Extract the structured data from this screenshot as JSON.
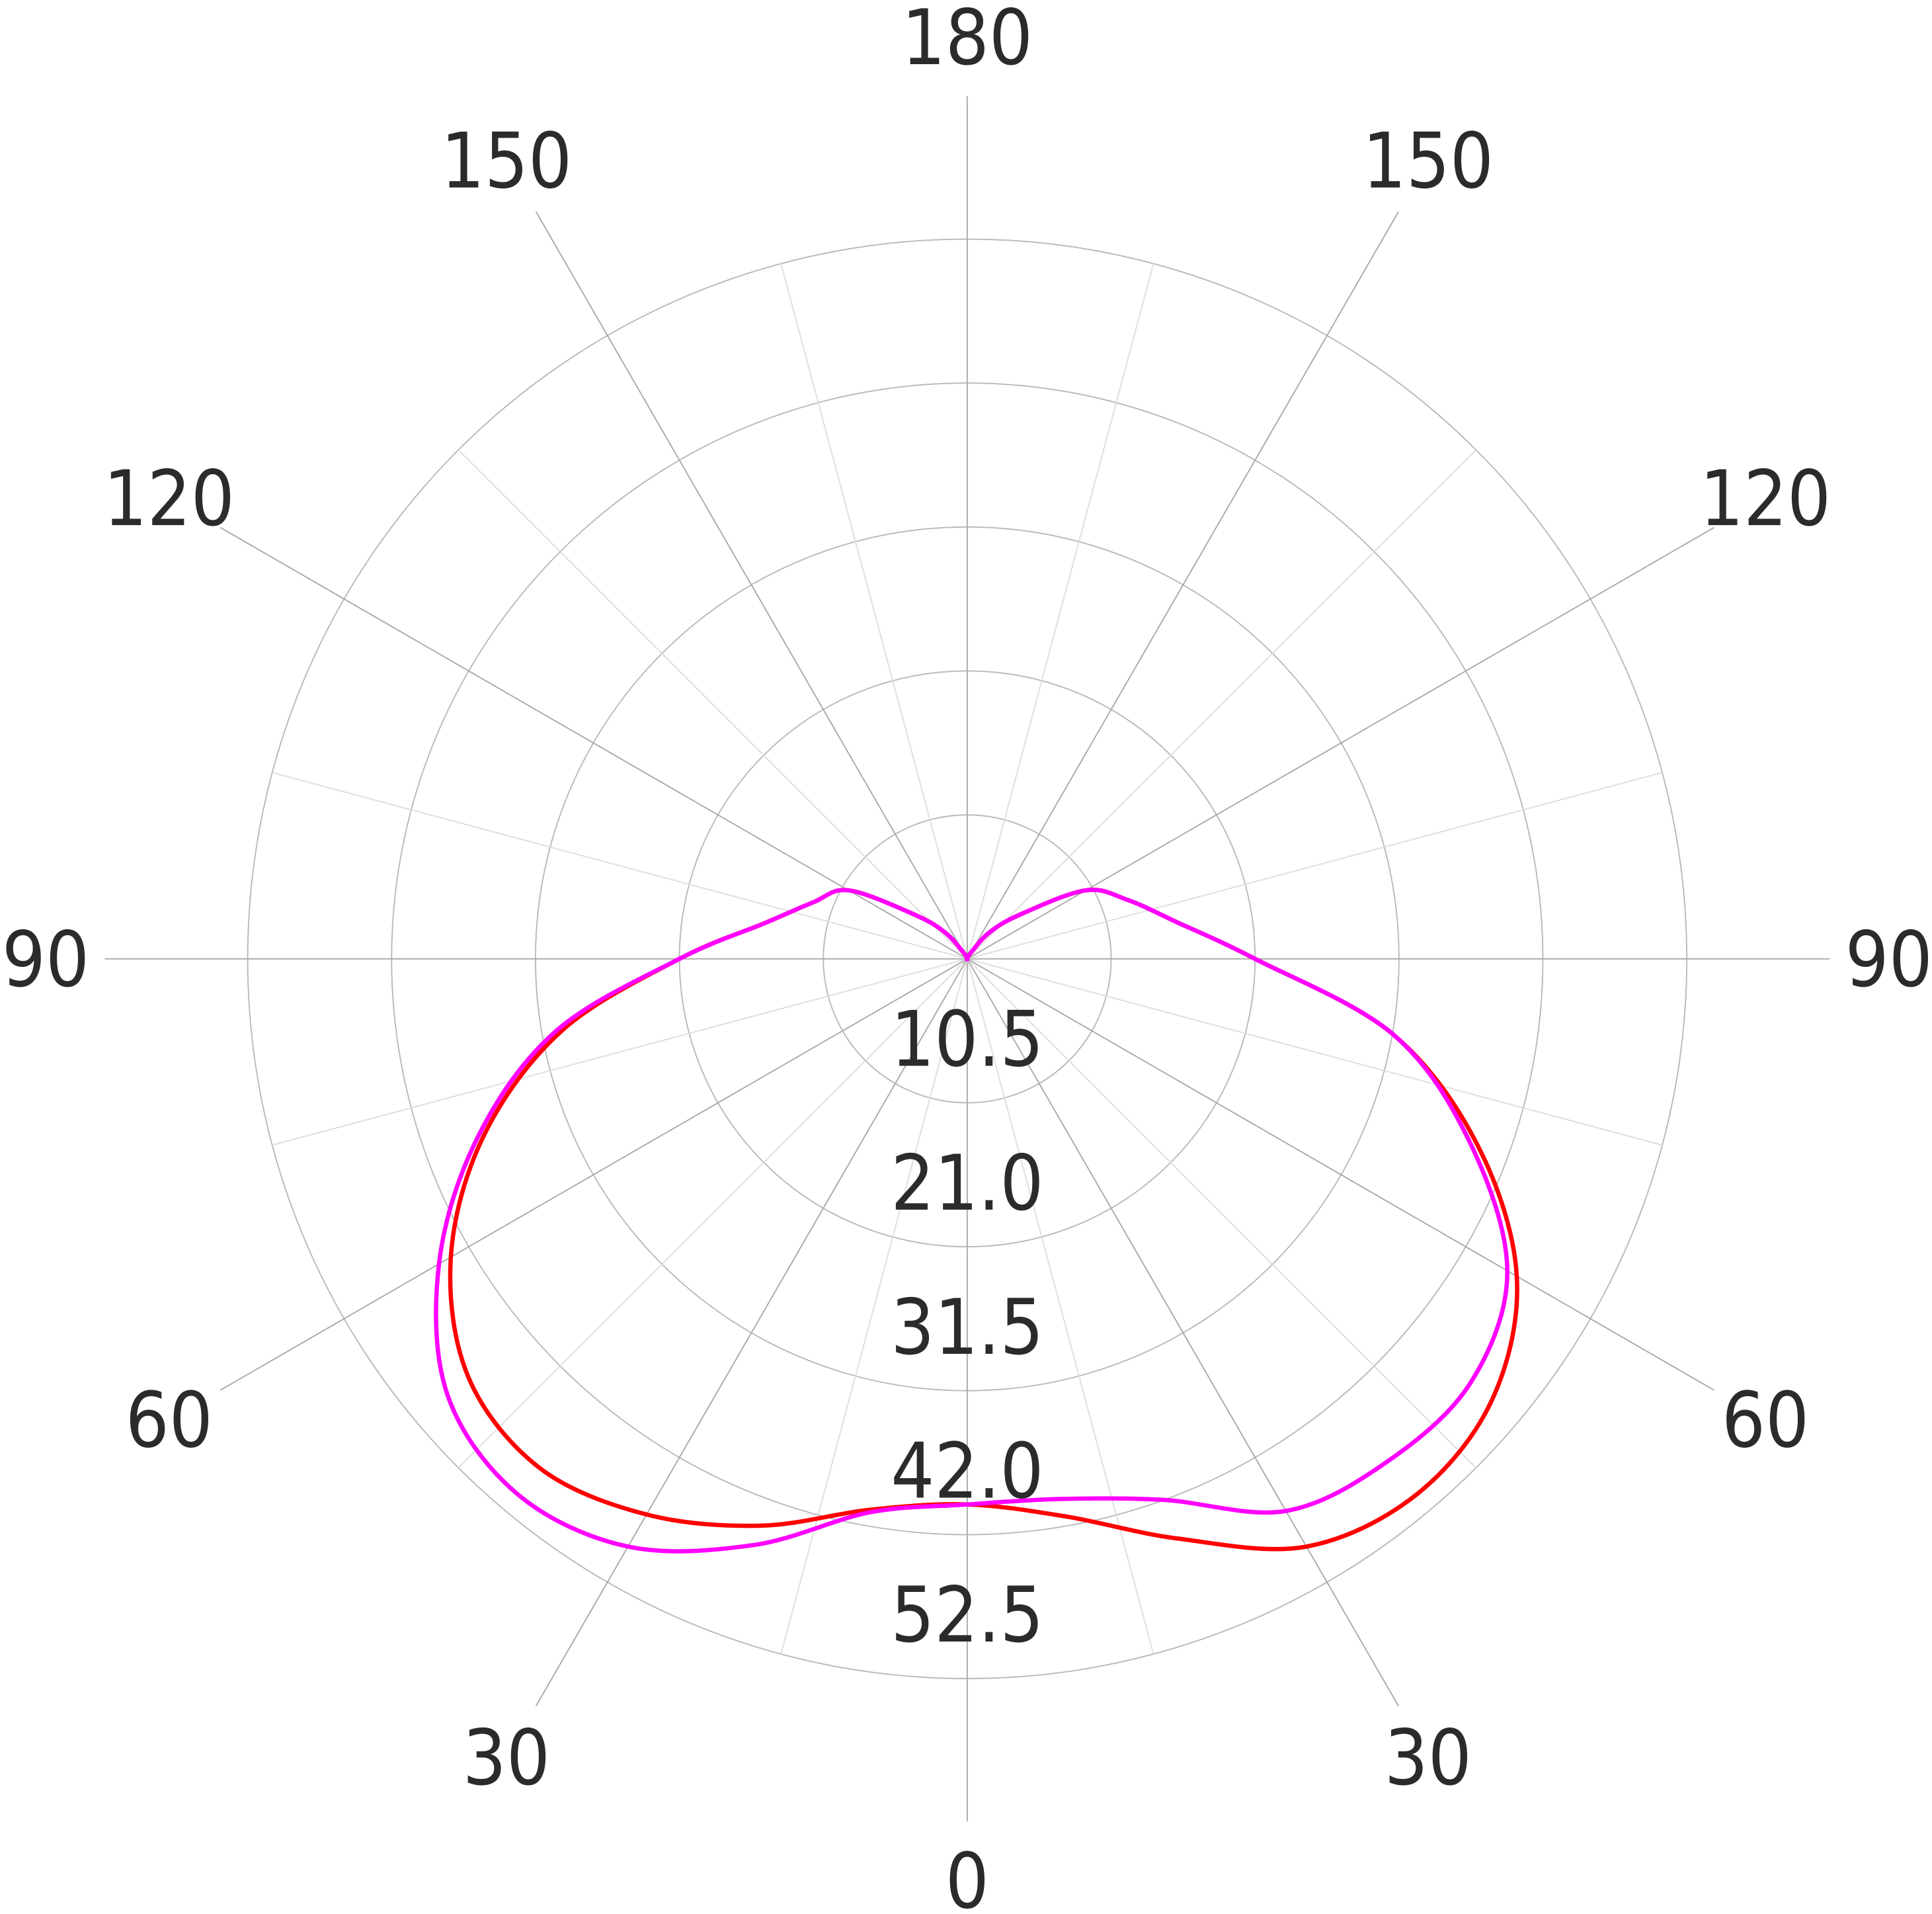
{
  "chart_data": {
    "type": "polar-line",
    "title": "",
    "angle_unit": "degrees",
    "angle_tick_labels": {
      "bottom": "0",
      "top": "180",
      "right": [
        "30",
        "60",
        "90",
        "120",
        "150"
      ],
      "left": [
        "30",
        "60",
        "90",
        "120",
        "150"
      ]
    },
    "radial_tick_labels": [
      "10.5",
      "21.0",
      "31.5",
      "42.0",
      "52.5"
    ],
    "radial_ticks": [
      10.5,
      21.0,
      31.5,
      42.0,
      52.5
    ],
    "rlim": [
      0,
      52.5
    ],
    "grid": true,
    "gamma": [
      0,
      10,
      20,
      30,
      40,
      50,
      60,
      70,
      80,
      90,
      100,
      110,
      120,
      130,
      140,
      150,
      160,
      170,
      180
    ],
    "series": [
      {
        "name": "red",
        "color": "#ff0000",
        "right": [
          39.8,
          41.3,
          45.0,
          49.5,
          51.0,
          50.0,
          46.3,
          39.6,
          31.5,
          21.0,
          15.5,
          12.5,
          10.0,
          5.0,
          2.5,
          0.5,
          0,
          0,
          0
        ],
        "left": [
          39.8,
          40.8,
          44.0,
          46.8,
          48.5,
          47.5,
          43.5,
          37.5,
          30.0,
          21.0,
          15.0,
          12.0,
          10.0,
          5.0,
          2.5,
          0.5,
          0,
          0,
          0
        ]
      },
      {
        "name": "magenta",
        "color": "#ff00ff",
        "right": [
          39.8,
          40.0,
          42.0,
          46.5,
          47.8,
          48.0,
          45.5,
          39.0,
          31.5,
          21.0,
          15.5,
          12.5,
          10.0,
          5.0,
          2.5,
          0.5,
          0,
          0,
          0
        ],
        "left": [
          39.8,
          41.0,
          45.5,
          49.5,
          51.0,
          49.5,
          44.5,
          38.0,
          30.5,
          21.0,
          15.0,
          12.0,
          10.0,
          5.0,
          2.5,
          0.5,
          0,
          0,
          0
        ]
      }
    ]
  }
}
